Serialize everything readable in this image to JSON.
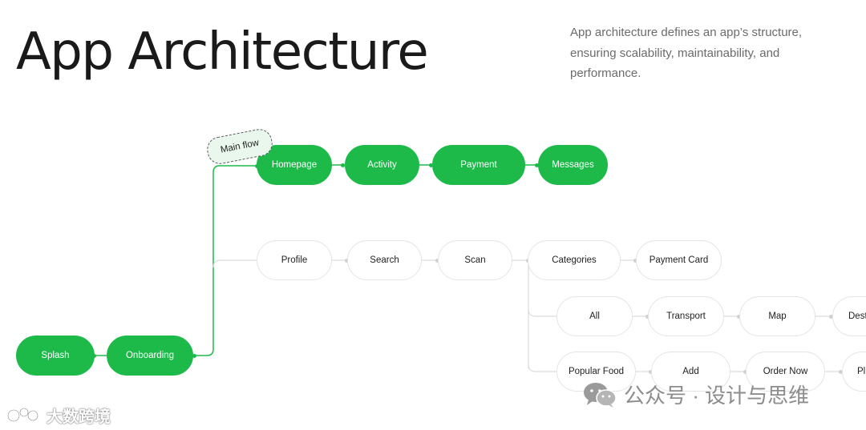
{
  "header": {
    "title": "App Architecture",
    "description": "App architecture defines an app’s structure, ensuring scalability, maintainability, and performance."
  },
  "badge": {
    "label": "Main flow"
  },
  "nodes": {
    "splash": "Splash",
    "onboarding": "Onboarding",
    "homepage": "Homepage",
    "activity": "Activity",
    "payment": "Payment",
    "messages": "Messages",
    "profile": "Profile",
    "search": "Search",
    "scan": "Scan",
    "categories": "Categories",
    "payment_card": "Payment Card",
    "all": "All",
    "transport": "Transport",
    "map": "Map",
    "dest": "Dest",
    "popular_food": "Popular Food",
    "add": "Add",
    "order_now": "Order Now",
    "pl": "Pl"
  },
  "watermarks": {
    "left": "大数跨境",
    "right": "公众号 · 设计与思维"
  },
  "colors": {
    "main_flow": "#1dba4a",
    "secondary_border": "#e4e4e4",
    "connector": "#d9d9d9"
  }
}
